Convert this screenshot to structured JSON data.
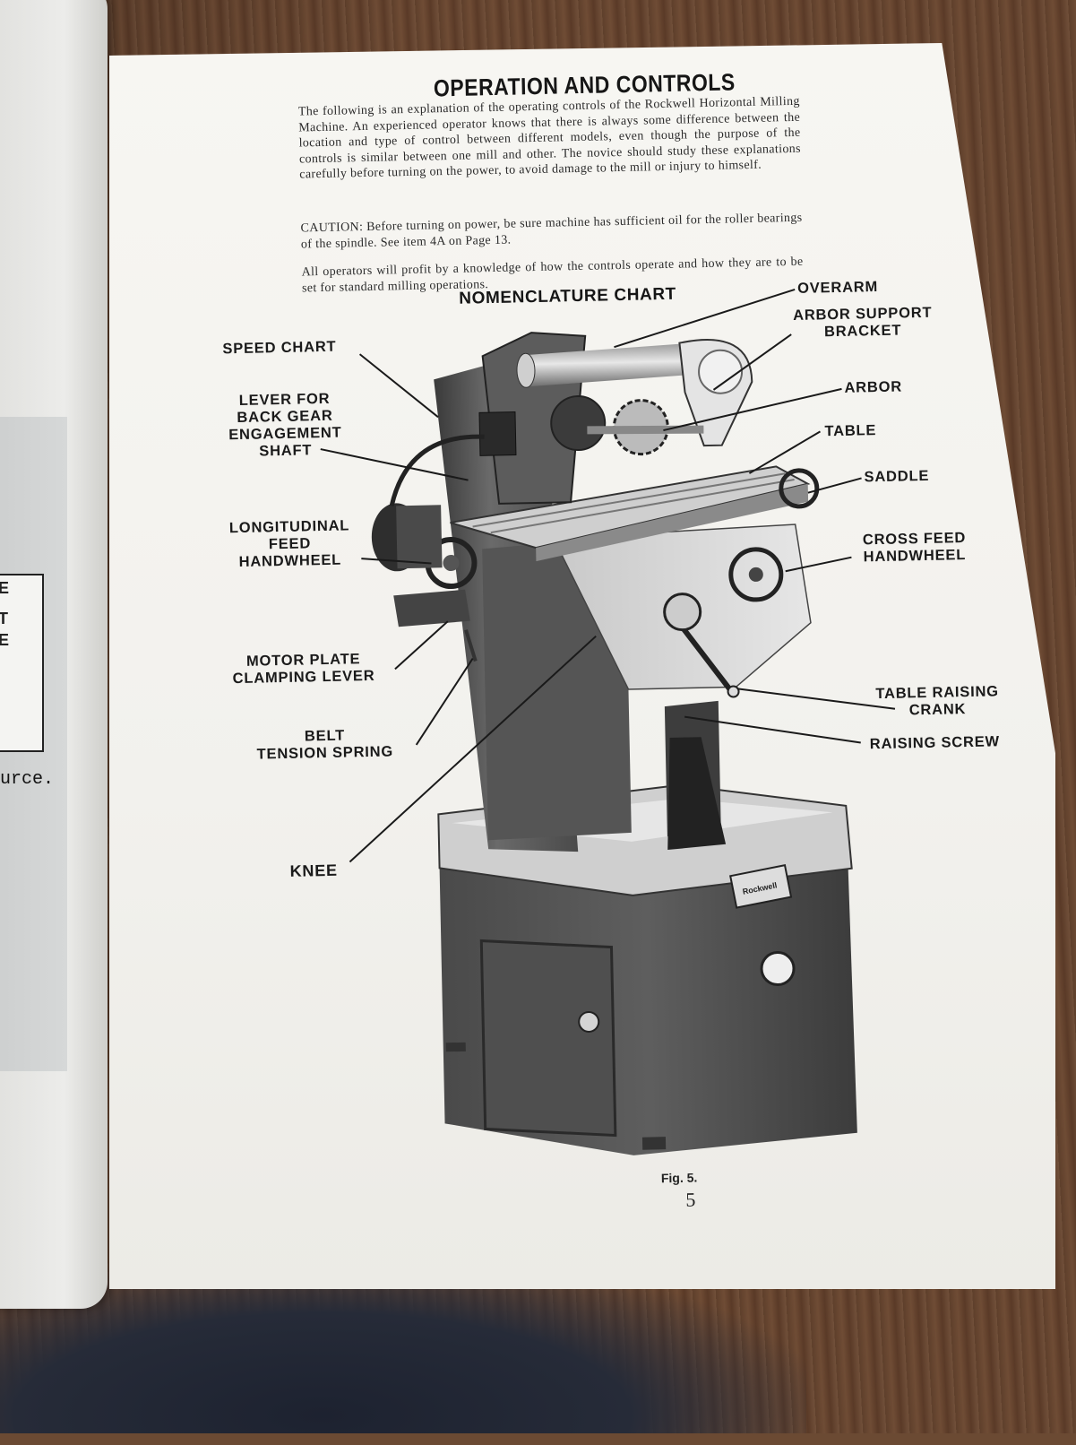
{
  "left_page": {
    "box_letters": [
      "E",
      "T",
      "E"
    ],
    "fragment": "urce."
  },
  "page": {
    "title": "OPERATION AND CONTROLS",
    "intro": "The following is an explanation of the operating controls of the Rockwell Horizontal Milling Machine. An experienced operator knows that there is always some difference between the location and type of control between different models, even though the purpose of the controls is similar between one mill and other. The novice should study these explanations carefully before turning on the power, to avoid damage to the mill or injury to himself.",
    "caution": "CAUTION: Before turning on power, be sure machine has sufficient oil for the roller bearings of the spindle. See item 4A on Page 13.",
    "profit": "All operators will profit by a knowledge of how the controls operate and how they are to be set for standard milling operations.",
    "chart_title": "NOMENCLATURE CHART",
    "figure_caption": "Fig. 5.",
    "page_number": "5"
  },
  "machine": {
    "nameplate": "Rockwell"
  },
  "labels": {
    "speed_chart": "SPEED CHART",
    "lever_back_gear": "LEVER FOR\nBACK GEAR\nENGAGEMENT\nSHAFT",
    "longitudinal_feed": "LONGITUDINAL\nFEED\nHANDWHEEL",
    "motor_plate": "MOTOR PLATE\nCLAMPING LEVER",
    "belt_tension": "BELT\nTENSION SPRING",
    "knee": "KNEE",
    "overarm": "OVERARM",
    "arbor_support": "ARBOR SUPPORT\nBRACKET",
    "arbor": "ARBOR",
    "table": "TABLE",
    "saddle": "SADDLE",
    "cross_feed": "CROSS FEED\nHANDWHEEL",
    "table_raising": "TABLE RAISING\nCRANK",
    "raising_screw": "RAISING SCREW"
  }
}
